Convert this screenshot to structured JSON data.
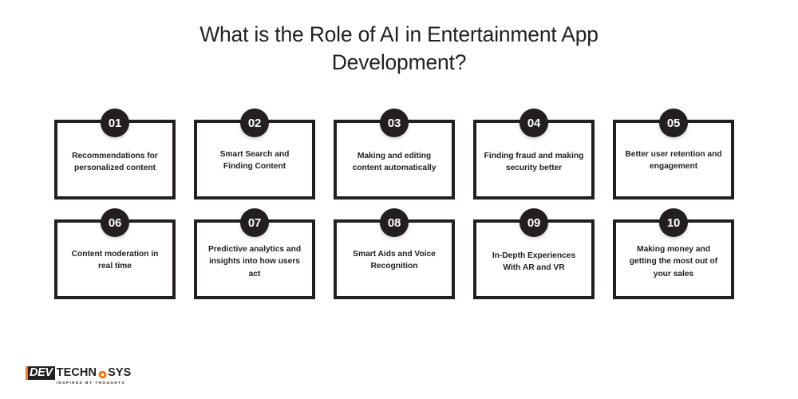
{
  "title": {
    "line1": "What is the Role of AI in Entertainment App",
    "line2": "Development?"
  },
  "colors": {
    "ink": "#231f20",
    "background": "#ffffff",
    "accent_orange": "#f07c1f"
  },
  "cards": [
    {
      "number": "01",
      "label": "Recommendations for personalized content"
    },
    {
      "number": "02",
      "label": "Smart Search and Finding Content"
    },
    {
      "number": "03",
      "label": "Making and editing content automatically"
    },
    {
      "number": "04",
      "label": "Finding fraud and making security better"
    },
    {
      "number": "05",
      "label": "Better user retention and engagement"
    },
    {
      "number": "06",
      "label": "Content moderation in real time"
    },
    {
      "number": "07",
      "label": "Predictive analytics and insights into how users act"
    },
    {
      "number": "08",
      "label": "Smart Aids and Voice Recognition"
    },
    {
      "number": "09",
      "label": "In-Depth Experiences With AR and VR"
    },
    {
      "number": "10",
      "label": "Making money and getting the most out of your sales"
    }
  ],
  "logo": {
    "badge_text": "DEV",
    "word_part1": "TECHN",
    "word_part2": "SYS",
    "tagline": "INSPIRED BY THOUGHTS",
    "gear_icon": "gear-icon"
  }
}
